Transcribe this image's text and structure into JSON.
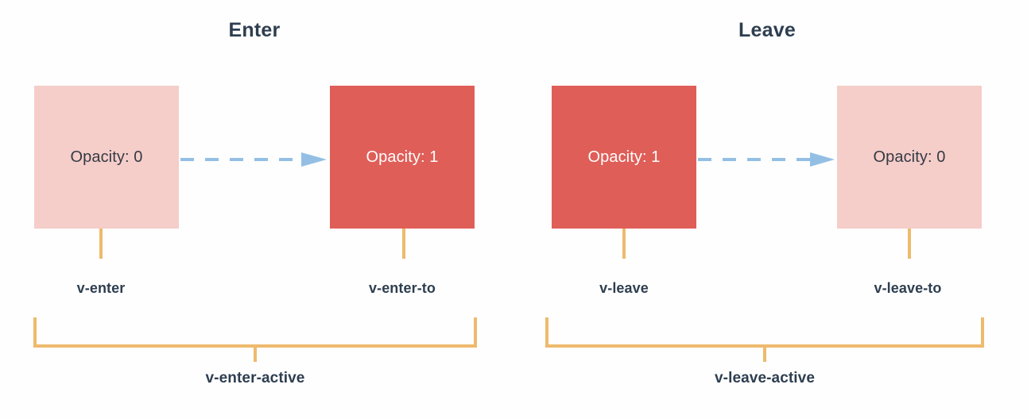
{
  "diagram": {
    "background_color": "#fefefe",
    "colors": {
      "box_light": "#f5cdc9",
      "box_dark": "#e05e58",
      "arrow": "#94bfe4",
      "bracket": "#eeba6d",
      "text_dark": "#2e3e50",
      "text_on_dark": "#ffffff"
    },
    "groups": [
      {
        "id": "enter",
        "title": "Enter",
        "from_box": {
          "label": "Opacity: 0",
          "tone": "light",
          "class_label": "v-enter"
        },
        "to_box": {
          "label": "Opacity: 1",
          "tone": "dark",
          "class_label": "v-enter-to"
        },
        "arrow": "dashed-arrow-right-icon",
        "active_label": "v-enter-active"
      },
      {
        "id": "leave",
        "title": "Leave",
        "from_box": {
          "label": "Opacity: 1",
          "tone": "dark",
          "class_label": "v-leave"
        },
        "to_box": {
          "label": "Opacity: 0",
          "tone": "light",
          "class_label": "v-leave-to"
        },
        "arrow": "dashed-arrow-right-icon",
        "active_label": "v-leave-active"
      }
    ]
  }
}
